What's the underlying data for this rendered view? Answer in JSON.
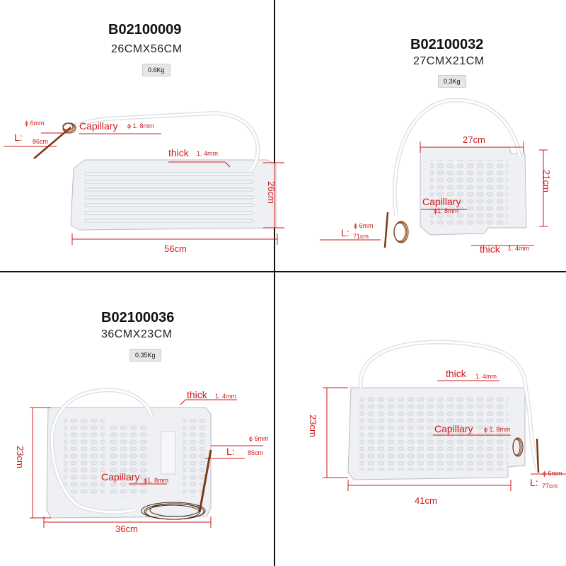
{
  "colors": {
    "annotation": "#d01818",
    "plate": "#f0f1f3",
    "tube": "#ffffff",
    "copper": "#8a4a20",
    "divider": "#111111"
  },
  "panels": [
    {
      "code": "B02100009",
      "size": "26CMX56CM",
      "weight": "0.6Kg",
      "diameter": "ϕ 6mm",
      "capillary": "Capillary",
      "capillary_diameter": "ϕ 1. 8mm",
      "length_label": "L:",
      "length": "86cm",
      "thick": "thick",
      "thick_value": "1. 4mm",
      "width_dim": "56cm",
      "height_dim": "26cm"
    },
    {
      "code": "B02100032",
      "size": "27CMX21CM",
      "weight": "0.3Kg",
      "width_dim": "27cm",
      "height_dim": "21cm",
      "capillary": "Capillary",
      "capillary_diameter": "ϕ1. 8mm",
      "diameter": "ϕ 6mm",
      "length_label": "L:",
      "length": "71cm",
      "thick": "thick",
      "thick_value": "1. 4mm"
    },
    {
      "code": "B02100036",
      "size": "36CMX23CM",
      "weight": "0.35Kg",
      "thick": "thick",
      "thick_value": "1. 4mm",
      "diameter": "ϕ 6mm",
      "length_label": "L:",
      "length": "85cm",
      "height_dim": "23cm",
      "capillary": "Capillary",
      "capillary_diameter": "ϕ1. 8mm",
      "width_dim": "36cm"
    },
    {
      "thick": "thick",
      "thick_value": "1. 4mm",
      "height_dim": "23cm",
      "capillary": "Capillary",
      "capillary_diameter": "ϕ 1. 8mm",
      "diameter": "ϕ 6mm",
      "length_label": "L:",
      "length": "77cm",
      "width_dim": "41cm"
    }
  ]
}
